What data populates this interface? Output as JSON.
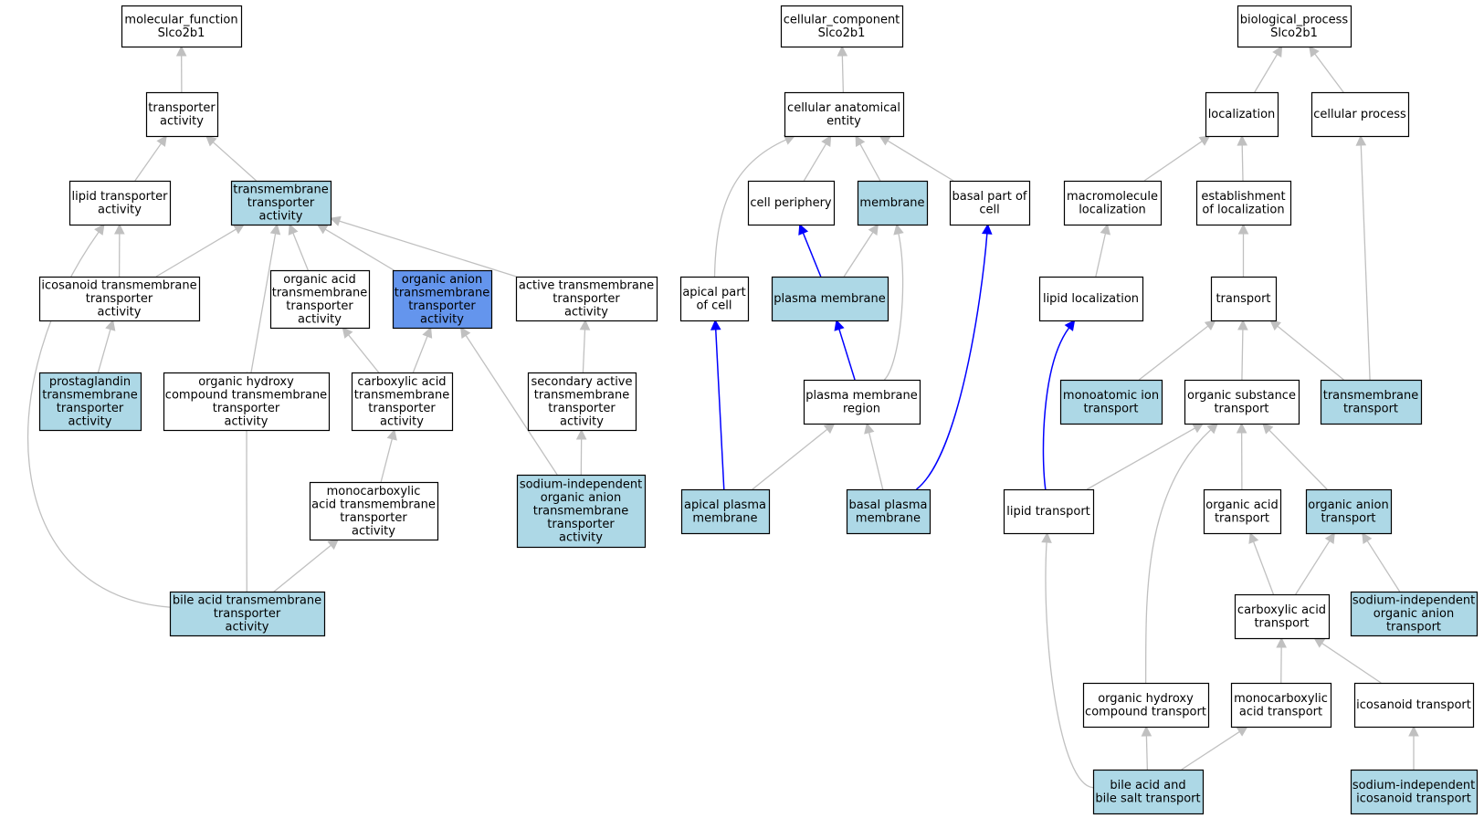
{
  "colors": {
    "plain_fill": "#ffffff",
    "annotated_fill": "#add8e6",
    "focus_fill": "#6495ed",
    "node_border": "#000000",
    "edge_gray": "#c0c0c0",
    "edge_blue": "#0000ff"
  },
  "nodes": [
    {
      "id": "mf",
      "lines": [
        "molecular_function",
        "Slco2b1"
      ],
      "fill": "plain"
    },
    {
      "id": "ta",
      "lines": [
        "transporter",
        "activity"
      ],
      "fill": "plain"
    },
    {
      "id": "lta",
      "lines": [
        "lipid transporter",
        "activity"
      ],
      "fill": "plain"
    },
    {
      "id": "tmta",
      "lines": [
        "transmembrane",
        "transporter",
        "activity"
      ],
      "fill": "annotated"
    },
    {
      "id": "itta",
      "lines": [
        "icosanoid transmembrane",
        "transporter",
        "activity"
      ],
      "fill": "plain"
    },
    {
      "id": "oatta",
      "lines": [
        "organic acid",
        "transmembrane",
        "transporter",
        "activity"
      ],
      "fill": "plain"
    },
    {
      "id": "oanta",
      "lines": [
        "organic anion",
        "transmembrane",
        "transporter",
        "activity"
      ],
      "fill": "focus"
    },
    {
      "id": "acta",
      "lines": [
        "active transmembrane",
        "transporter",
        "activity"
      ],
      "fill": "plain"
    },
    {
      "id": "pgta",
      "lines": [
        "prostaglandin",
        "transmembrane",
        "transporter",
        "activity"
      ],
      "fill": "annotated"
    },
    {
      "id": "ohcta",
      "lines": [
        "organic hydroxy",
        "compound transmembrane",
        "transporter",
        "activity"
      ],
      "fill": "plain"
    },
    {
      "id": "cata",
      "lines": [
        "carboxylic acid",
        "transmembrane",
        "transporter",
        "activity"
      ],
      "fill": "plain"
    },
    {
      "id": "sata",
      "lines": [
        "secondary active",
        "transmembrane",
        "transporter",
        "activity"
      ],
      "fill": "plain"
    },
    {
      "id": "mcta",
      "lines": [
        "monocarboxylic",
        "acid transmembrane",
        "transporter",
        "activity"
      ],
      "fill": "plain"
    },
    {
      "id": "sioata",
      "lines": [
        "sodium-independent",
        "organic anion",
        "transmembrane",
        "transporter",
        "activity"
      ],
      "fill": "annotated"
    },
    {
      "id": "bata",
      "lines": [
        "bile acid transmembrane",
        "transporter",
        "activity"
      ],
      "fill": "annotated"
    },
    {
      "id": "cc",
      "lines": [
        "cellular_component",
        "Slco2b1"
      ],
      "fill": "plain"
    },
    {
      "id": "cae",
      "lines": [
        "cellular anatomical",
        "entity"
      ],
      "fill": "plain"
    },
    {
      "id": "cp",
      "lines": [
        "cell periphery"
      ],
      "fill": "plain"
    },
    {
      "id": "mem",
      "lines": [
        "membrane"
      ],
      "fill": "annotated"
    },
    {
      "id": "bpc",
      "lines": [
        "basal part of",
        "cell"
      ],
      "fill": "plain"
    },
    {
      "id": "apc",
      "lines": [
        "apical part",
        "of cell"
      ],
      "fill": "plain"
    },
    {
      "id": "pm",
      "lines": [
        "plasma membrane"
      ],
      "fill": "annotated"
    },
    {
      "id": "pmr",
      "lines": [
        "plasma membrane",
        "region"
      ],
      "fill": "plain"
    },
    {
      "id": "apm",
      "lines": [
        "apical plasma",
        "membrane"
      ],
      "fill": "annotated"
    },
    {
      "id": "bpm",
      "lines": [
        "basal plasma",
        "membrane"
      ],
      "fill": "annotated"
    },
    {
      "id": "bp",
      "lines": [
        "biological_process",
        "Slco2b1"
      ],
      "fill": "plain"
    },
    {
      "id": "loc",
      "lines": [
        "localization"
      ],
      "fill": "plain"
    },
    {
      "id": "cpr",
      "lines": [
        "cellular process"
      ],
      "fill": "plain"
    },
    {
      "id": "mloc",
      "lines": [
        "macromolecule",
        "localization"
      ],
      "fill": "plain"
    },
    {
      "id": "eloc",
      "lines": [
        "establishment",
        "of localization"
      ],
      "fill": "plain"
    },
    {
      "id": "lloc",
      "lines": [
        "lipid localization"
      ],
      "fill": "plain"
    },
    {
      "id": "trn",
      "lines": [
        "transport"
      ],
      "fill": "plain"
    },
    {
      "id": "mit",
      "lines": [
        "monoatomic ion",
        "transport"
      ],
      "fill": "annotated"
    },
    {
      "id": "ost",
      "lines": [
        "organic substance",
        "transport"
      ],
      "fill": "plain"
    },
    {
      "id": "tmt",
      "lines": [
        "transmembrane",
        "transport"
      ],
      "fill": "annotated"
    },
    {
      "id": "lt",
      "lines": [
        "lipid transport"
      ],
      "fill": "plain"
    },
    {
      "id": "oat",
      "lines": [
        "organic acid",
        "transport"
      ],
      "fill": "plain"
    },
    {
      "id": "oant",
      "lines": [
        "organic anion",
        "transport"
      ],
      "fill": "annotated"
    },
    {
      "id": "cat",
      "lines": [
        "carboxylic acid",
        "transport"
      ],
      "fill": "plain"
    },
    {
      "id": "sioat",
      "lines": [
        "sodium-independent",
        "organic anion",
        "transport"
      ],
      "fill": "annotated"
    },
    {
      "id": "ohct",
      "lines": [
        "organic hydroxy",
        "compound transport"
      ],
      "fill": "plain"
    },
    {
      "id": "mcat",
      "lines": [
        "monocarboxylic",
        "acid transport"
      ],
      "fill": "plain"
    },
    {
      "id": "ict",
      "lines": [
        "icosanoid transport"
      ],
      "fill": "plain"
    },
    {
      "id": "babst",
      "lines": [
        "bile acid and",
        "bile salt transport"
      ],
      "fill": "annotated"
    },
    {
      "id": "siict",
      "lines": [
        "sodium-independent",
        "icosanoid transport"
      ],
      "fill": "annotated"
    }
  ],
  "edges": [
    {
      "from": "ta",
      "to": "mf",
      "color": "gray"
    },
    {
      "from": "lta",
      "to": "ta",
      "color": "gray"
    },
    {
      "from": "tmta",
      "to": "ta",
      "color": "gray"
    },
    {
      "from": "itta",
      "to": "lta",
      "color": "gray"
    },
    {
      "from": "itta",
      "to": "tmta",
      "color": "gray"
    },
    {
      "from": "oatta",
      "to": "tmta",
      "color": "gray"
    },
    {
      "from": "oanta",
      "to": "tmta",
      "color": "gray"
    },
    {
      "from": "acta",
      "to": "tmta",
      "color": "gray"
    },
    {
      "from": "ohcta",
      "to": "tmta",
      "color": "gray"
    },
    {
      "from": "pgta",
      "to": "itta",
      "color": "gray"
    },
    {
      "from": "cata",
      "to": "oatta",
      "color": "gray"
    },
    {
      "from": "cata",
      "to": "oanta",
      "color": "gray"
    },
    {
      "from": "sata",
      "to": "acta",
      "color": "gray"
    },
    {
      "from": "mcta",
      "to": "cata",
      "color": "gray"
    },
    {
      "from": "sioata",
      "to": "oanta",
      "color": "gray"
    },
    {
      "from": "sioata",
      "to": "sata",
      "color": "gray"
    },
    {
      "from": "bata",
      "to": "mcta",
      "color": "gray"
    },
    {
      "from": "bata",
      "to": "ohcta",
      "color": "gray"
    },
    {
      "from": "bata",
      "to": "lta",
      "color": "gray"
    },
    {
      "from": "cae",
      "to": "cc",
      "color": "gray"
    },
    {
      "from": "cp",
      "to": "cae",
      "color": "gray"
    },
    {
      "from": "mem",
      "to": "cae",
      "color": "gray"
    },
    {
      "from": "bpc",
      "to": "cae",
      "color": "gray"
    },
    {
      "from": "apc",
      "to": "cae",
      "color": "gray"
    },
    {
      "from": "pm",
      "to": "cp",
      "color": "blue"
    },
    {
      "from": "pm",
      "to": "mem",
      "color": "gray"
    },
    {
      "from": "pmr",
      "to": "pm",
      "color": "blue"
    },
    {
      "from": "pmr",
      "to": "mem",
      "color": "gray"
    },
    {
      "from": "apm",
      "to": "apc",
      "color": "blue"
    },
    {
      "from": "apm",
      "to": "pmr",
      "color": "gray"
    },
    {
      "from": "bpm",
      "to": "pmr",
      "color": "gray"
    },
    {
      "from": "bpm",
      "to": "bpc",
      "color": "blue"
    },
    {
      "from": "loc",
      "to": "bp",
      "color": "gray"
    },
    {
      "from": "cpr",
      "to": "bp",
      "color": "gray"
    },
    {
      "from": "mloc",
      "to": "loc",
      "color": "gray"
    },
    {
      "from": "eloc",
      "to": "loc",
      "color": "gray"
    },
    {
      "from": "lloc",
      "to": "mloc",
      "color": "gray"
    },
    {
      "from": "trn",
      "to": "eloc",
      "color": "gray"
    },
    {
      "from": "mit",
      "to": "trn",
      "color": "gray"
    },
    {
      "from": "ost",
      "to": "trn",
      "color": "gray"
    },
    {
      "from": "tmt",
      "to": "trn",
      "color": "gray"
    },
    {
      "from": "tmt",
      "to": "cpr",
      "color": "gray"
    },
    {
      "from": "lt",
      "to": "lloc",
      "color": "blue"
    },
    {
      "from": "lt",
      "to": "ost",
      "color": "gray"
    },
    {
      "from": "oat",
      "to": "ost",
      "color": "gray"
    },
    {
      "from": "oant",
      "to": "ost",
      "color": "gray"
    },
    {
      "from": "ohct",
      "to": "ost",
      "color": "gray"
    },
    {
      "from": "cat",
      "to": "oat",
      "color": "gray"
    },
    {
      "from": "cat",
      "to": "oant",
      "color": "gray"
    },
    {
      "from": "sioat",
      "to": "oant",
      "color": "gray"
    },
    {
      "from": "mcat",
      "to": "cat",
      "color": "gray"
    },
    {
      "from": "ict",
      "to": "cat",
      "color": "gray"
    },
    {
      "from": "babst",
      "to": "ohct",
      "color": "gray"
    },
    {
      "from": "babst",
      "to": "mcat",
      "color": "gray"
    },
    {
      "from": "babst",
      "to": "lt",
      "color": "gray"
    },
    {
      "from": "siict",
      "to": "ict",
      "color": "gray"
    }
  ]
}
